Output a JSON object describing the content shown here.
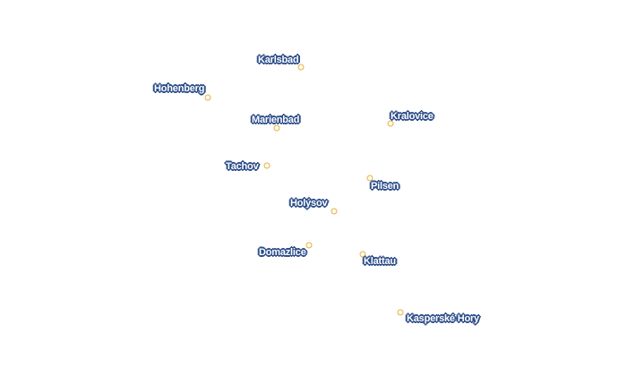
{
  "map": {
    "marker_color": "#e2b24a",
    "label_color": "#ffffff",
    "label_outline_color": "#2f4f8a",
    "places": [
      {
        "id": "karlsbad",
        "name": "Karlsbad"
      },
      {
        "id": "hohenberg",
        "name": "Hohenberg"
      },
      {
        "id": "marienbad",
        "name": "Marienbad"
      },
      {
        "id": "kralovice",
        "name": "Kralovice"
      },
      {
        "id": "tachov",
        "name": "Tachov"
      },
      {
        "id": "pilsen",
        "name": "Pilsen"
      },
      {
        "id": "holysov",
        "name": "Holýsov"
      },
      {
        "id": "domazlice",
        "name": "Domazlice"
      },
      {
        "id": "klattau",
        "name": "Klattau"
      },
      {
        "id": "kasperske-hory",
        "name": "Kasperské Hory"
      }
    ]
  }
}
